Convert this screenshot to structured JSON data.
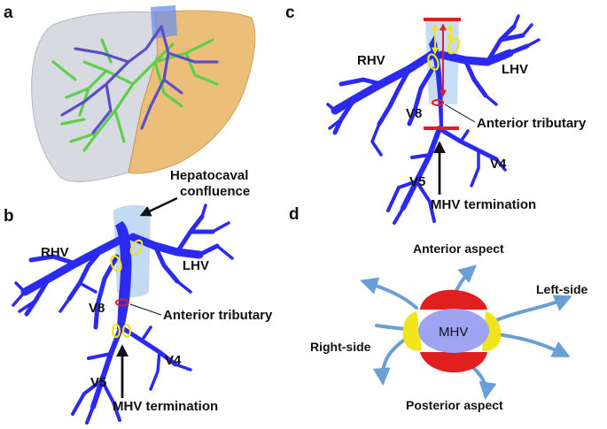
{
  "panels": {
    "a": {
      "letter": "a"
    },
    "b": {
      "letter": "b",
      "hepatocaval_line1": "Hepatocaval",
      "hepatocaval_line2": "confluence",
      "rhv": "RHV",
      "lhv": "LHV",
      "v8": "V8",
      "anterior_tributary": "Anterior tributary",
      "v4": "V4",
      "v5": "V5",
      "mhv_termination": "MHV termination"
    },
    "c": {
      "letter": "c",
      "rhv": "RHV",
      "lhv": "LHV",
      "v8": "V8",
      "anterior_tributary": "Anterior tributary",
      "v4": "V4",
      "v5": "V5",
      "mhv_termination": "MHV termination"
    },
    "d": {
      "letter": "d",
      "center": "MHV",
      "anterior": "Anterior aspect",
      "left_side": "Left-side",
      "right_side": "Right-side",
      "posterior": "Posterior aspect"
    }
  },
  "colors": {
    "vessel": "#2a2af0",
    "vessel_dark": "#1a1aa8",
    "portal_green": "#5ecf4a",
    "liver_left": "#e6a94a",
    "liver_right": "#c9cdd6",
    "ellipse_yellow": "#f0e41a",
    "ellipse_red": "#e02020",
    "ivc_light": "#b9d3f3",
    "arrow_blue": "#6a9fd6",
    "mhv_fill": "#9ea4f2"
  }
}
